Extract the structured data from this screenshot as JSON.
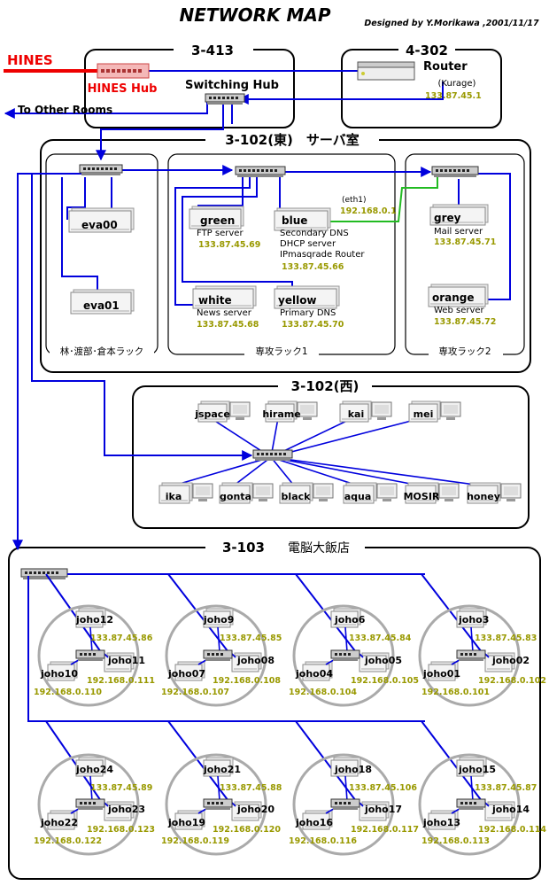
{
  "title": "NETWORK MAP",
  "credit": "Designed by Y.Morikawa ,2001/11/17",
  "external": {
    "hines": "HINES",
    "to_other_rooms": "To Other Rooms"
  },
  "room_3_413": {
    "title": "3-413",
    "hines_hub": "HINES Hub",
    "switching_hub": "Switching Hub"
  },
  "room_4_302": {
    "title": "4-302",
    "router": "Router",
    "router_name": "(Kurage)",
    "router_ip": "133.87.45.1"
  },
  "room_3_102e": {
    "title": "3-102(東)　サーバ室",
    "racks": [
      "林･渡部･倉本ラック",
      "専攻ラック1",
      "専攻ラック2"
    ],
    "eth1": "(eth1)",
    "eth1_ip": "192.168.0.1",
    "servers": [
      {
        "name": "eva00",
        "lines": [],
        "ip": ""
      },
      {
        "name": "eva01",
        "lines": [],
        "ip": ""
      },
      {
        "name": "green",
        "lines": [
          "FTP server"
        ],
        "ip": "133.87.45.69"
      },
      {
        "name": "blue",
        "lines": [
          "Secondary DNS",
          "DHCP server",
          "IPmasqrade Router"
        ],
        "ip": "133.87.45.66"
      },
      {
        "name": "white",
        "lines": [
          "News server"
        ],
        "ip": "133.87.45.68"
      },
      {
        "name": "yellow",
        "lines": [
          "Primary DNS"
        ],
        "ip": "133.87.45.70"
      },
      {
        "name": "grey",
        "lines": [
          "Mail server"
        ],
        "ip": "133.87.45.71"
      },
      {
        "name": "orange",
        "lines": [
          "Web server"
        ],
        "ip": "133.87.45.72"
      }
    ]
  },
  "room_3_102w": {
    "title": "3-102(西)",
    "hosts": [
      "jspace",
      "hirame",
      "kai",
      "mei",
      "ika",
      "gonta",
      "black",
      "aqua",
      "MOSIR",
      "honey"
    ]
  },
  "room_3_103": {
    "title": "3-103",
    "subtitle": "電脳大飯店",
    "clusters": [
      {
        "top": "joho12",
        "top_ip": "133.87.45.86",
        "left": "joho10",
        "left_ip": "192.168.0.110",
        "right": "joho11",
        "right_ip": "192.168.0.111"
      },
      {
        "top": "joho9",
        "top_ip": "133.87.45.85",
        "left": "joho07",
        "left_ip": "192.168.0.107",
        "right": "joho08",
        "right_ip": "192.168.0.108"
      },
      {
        "top": "joho6",
        "top_ip": "133.87.45.84",
        "left": "joho04",
        "left_ip": "192.168.0.104",
        "right": "joho05",
        "right_ip": "192.168.0.105"
      },
      {
        "top": "joho3",
        "top_ip": "133.87.45.83",
        "left": "joho01",
        "left_ip": "192.168.0.101",
        "right": "joho02",
        "right_ip": "192.168.0.102"
      },
      {
        "top": "joho24",
        "top_ip": "133.87.45.89",
        "left": "joho22",
        "left_ip": "192.168.0.122",
        "right": "joho23",
        "right_ip": "192.168.0.123"
      },
      {
        "top": "joho21",
        "top_ip": "133.87.45.88",
        "left": "joho19",
        "left_ip": "192.168.0.119",
        "right": "joho20",
        "right_ip": "192.168.0.120"
      },
      {
        "top": "joho18",
        "top_ip": "133.87.45.106",
        "left": "joho16",
        "left_ip": "192.168.0.116",
        "right": "joho17",
        "right_ip": "192.168.0.117"
      },
      {
        "top": "joho15",
        "top_ip": "133.87.45.87",
        "left": "joho13",
        "left_ip": "192.168.0.113",
        "right": "joho14",
        "right_ip": "192.168.0.114"
      }
    ]
  },
  "colors": {
    "link": "#0000dd",
    "hines": "#ee0000",
    "green_link": "#22bb22",
    "ip": "#999900"
  }
}
